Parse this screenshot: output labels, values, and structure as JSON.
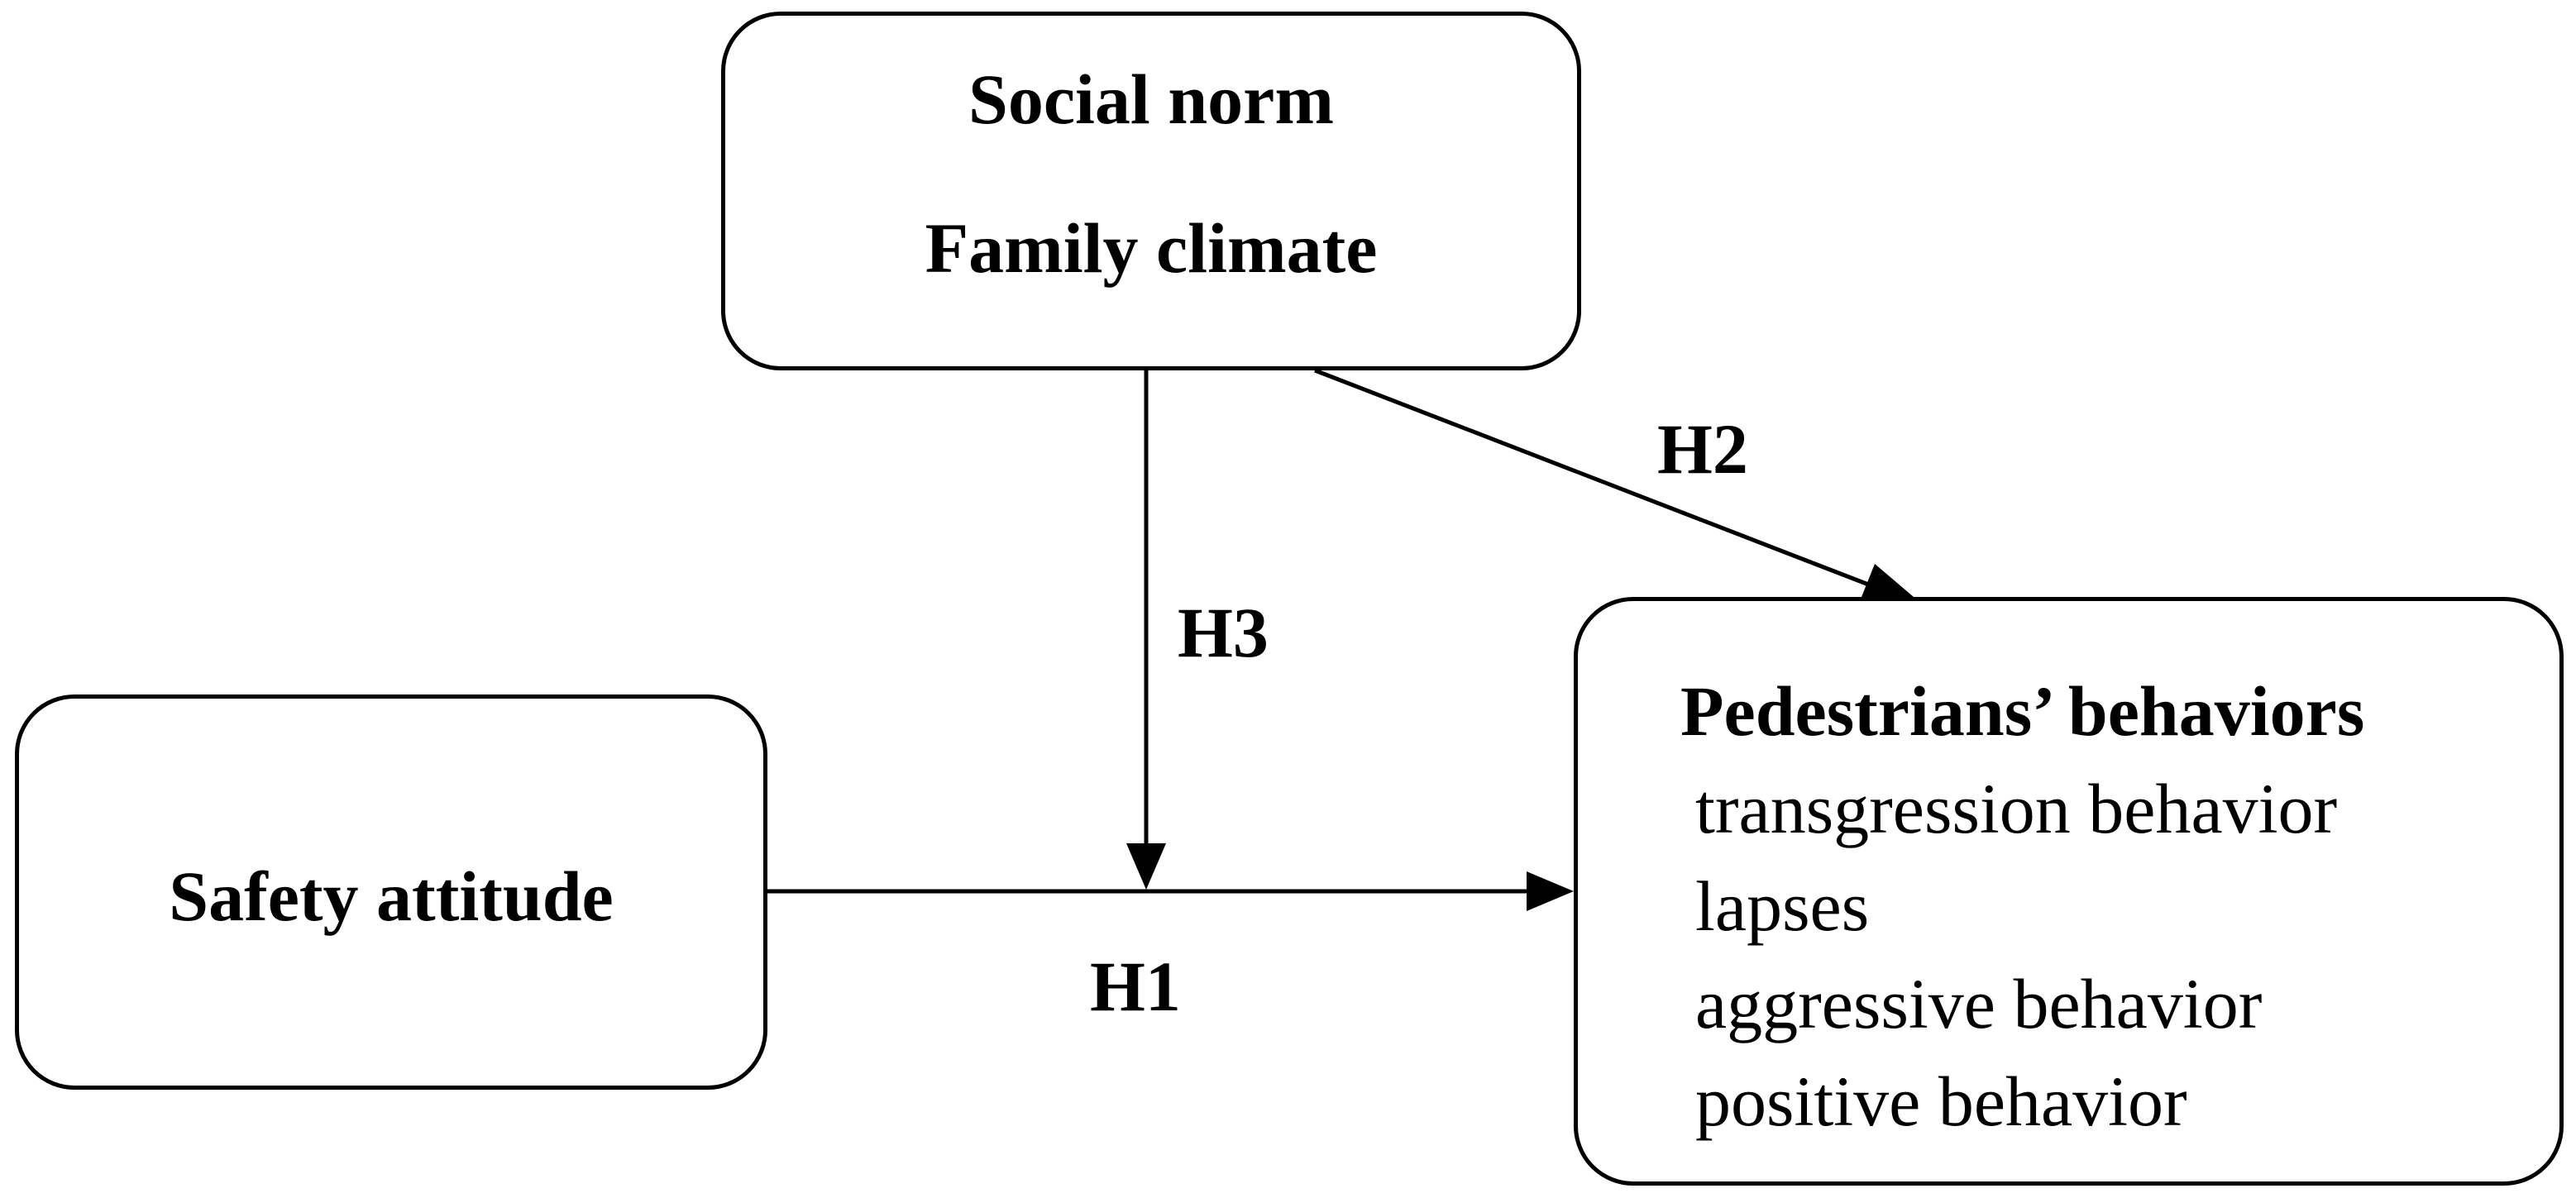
{
  "moderator_box": {
    "line1": "Social norm",
    "line2": "Family climate"
  },
  "predictor_box": {
    "label": "Safety attitude"
  },
  "outcome_box": {
    "title": "Pedestrians’ behaviors",
    "items": [
      "transgression behavior",
      "lapses",
      "aggressive behavior",
      "positive behavior"
    ]
  },
  "paths": {
    "h1": "H1",
    "h2": "H2",
    "h3": "H3"
  },
  "colors": {
    "stroke": "#000000",
    "background": "#ffffff"
  }
}
